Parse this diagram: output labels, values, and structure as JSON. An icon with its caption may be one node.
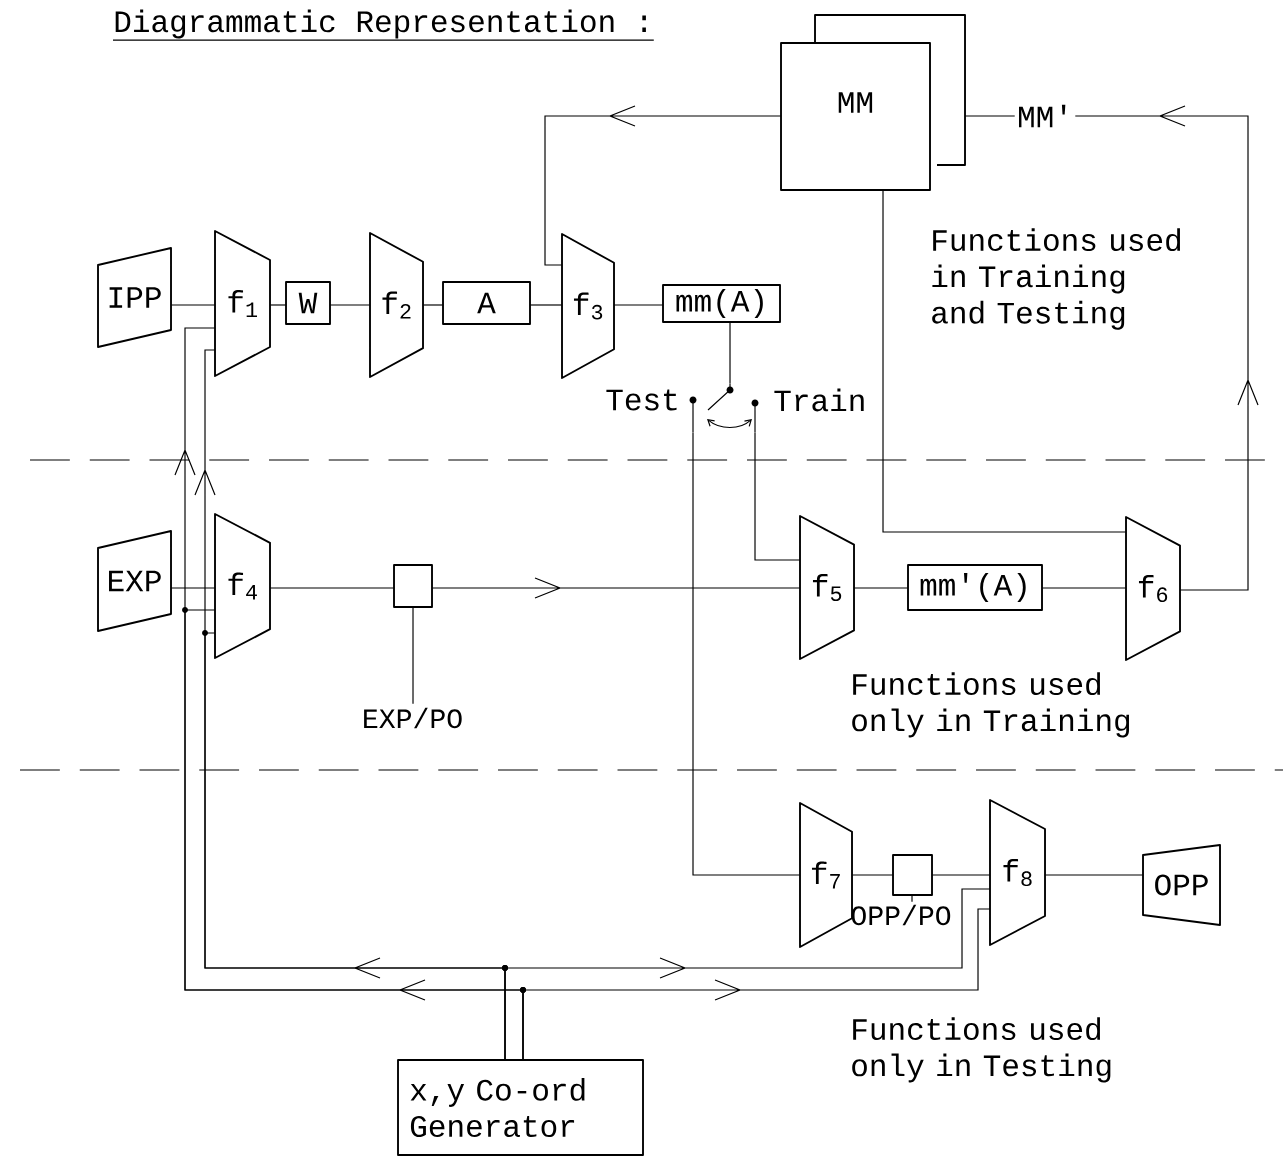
{
  "diagram": {
    "title": "Diagrammatic Representation :",
    "nodes": [
      {
        "text": [
          "IPP"
        ]
      },
      {
        "text": [
          "f$_{1}$"
        ]
      },
      {
        "text": [
          "W"
        ]
      },
      {
        "text": [
          "f$_{2}$"
        ]
      },
      {
        "text": [
          "A"
        ]
      },
      {
        "text": [
          "f$_{3}$"
        ]
      },
      {
        "text": [
          "mm(A)"
        ]
      },
      {
        "text": [
          "MM"
        ]
      },
      {
        "text": [
          "EXP"
        ]
      },
      {
        "text": [
          "f$_{4}$"
        ]
      },
      {
        "text": [],
        "shape": "box"
      },
      {
        "text": [
          "f$_{5}$"
        ]
      },
      {
        "text": [
          "mm'(A)"
        ]
      },
      {
        "text": [
          "f$_{6}$"
        ]
      },
      {
        "text": [
          "f$_{7}$"
        ]
      },
      {
        "text": [],
        "shape": "box"
      },
      {
        "text": [
          "f$_{8}$"
        ]
      },
      {
        "text": [
          "OPP"
        ]
      },
      {
        "text": [
          "x,y Co-ord Generator"
        ]
      },
      {
        "text": [
          "EXP/PO"
        ]
      },
      {
        "text": [
          "OPP/PO"
        ]
      },
      {
        "text": [],
        "shape": "switch",
        "beside": [
          "Test",
          "Train"
        ]
      }
    ],
    "edges": [
      {
        "from": 0,
        "to": 1,
        "arrow": "none"
      },
      {
        "from": 1,
        "to": 2,
        "arrow": "none"
      },
      {
        "from": 2,
        "to": 3,
        "arrow": "none"
      },
      {
        "from": 3,
        "to": 4,
        "arrow": "none"
      },
      {
        "from": 4,
        "to": 5,
        "arrow": "none"
      },
      {
        "from": 5,
        "to": 6,
        "arrow": "none"
      },
      {
        "from": 6,
        "to": 21,
        "arrow": "none"
      },
      {
        "from": 21,
        "to": 14,
        "arrow": "none"
      },
      {
        "from": 21,
        "to": 11,
        "arrow": "none"
      },
      {
        "from": 7,
        "to": 5,
        "arrow": "to"
      },
      {
        "from": 13,
        "to": 7,
        "arrow": "to",
        "label": "MM'"
      },
      {
        "from": 7,
        "to": 13,
        "arrow": "none"
      },
      {
        "from": 8,
        "to": 9,
        "arrow": "none"
      },
      {
        "from": 9,
        "to": 10,
        "arrow": "none"
      },
      {
        "from": 10,
        "to": 11,
        "arrow": "to"
      },
      {
        "from": 11,
        "to": 12,
        "arrow": "none"
      },
      {
        "from": 12,
        "to": 13,
        "arrow": "none"
      },
      {
        "from": 14,
        "to": 15,
        "arrow": "none"
      },
      {
        "from": 15,
        "to": 16,
        "arrow": "none"
      },
      {
        "from": 16,
        "to": 17,
        "arrow": "none"
      },
      {
        "from": 19,
        "to": 10,
        "arrow": "none"
      },
      {
        "from": 20,
        "to": 15,
        "arrow": "none"
      },
      {
        "from": 18,
        "to": 1,
        "arrow": "to"
      },
      {
        "from": 18,
        "to": 1,
        "arrow": "to"
      },
      {
        "from": 18,
        "to": 9,
        "arrow": "to"
      },
      {
        "from": 18,
        "to": 9,
        "arrow": "to"
      },
      {
        "from": 18,
        "to": 16,
        "arrow": "to"
      },
      {
        "from": 18,
        "to": 16,
        "arrow": "to"
      }
    ],
    "labels": [
      "Functions used in Training and Testing",
      "Functions used only in Training",
      "Functions used only in Testing"
    ]
  }
}
